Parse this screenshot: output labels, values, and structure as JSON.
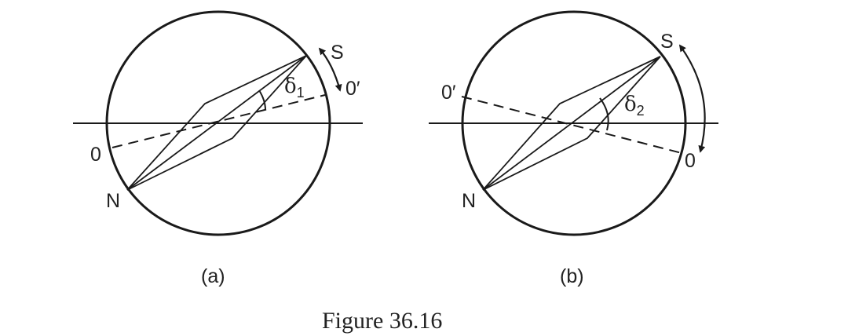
{
  "figure": {
    "caption": "Figure 36.16",
    "panels": [
      {
        "id": "a",
        "sublabel": "(a)",
        "labels": {
          "north": "N",
          "south": "S",
          "zero": "0",
          "zero_prime": "0′",
          "angle_symbol": "δ",
          "angle_subscript": "1"
        }
      },
      {
        "id": "b",
        "sublabel": "(b)",
        "labels": {
          "north": "N",
          "south": "S",
          "zero": "0",
          "zero_prime": "0′",
          "angle_symbol": "δ",
          "angle_subscript": "2"
        }
      }
    ],
    "colors": {
      "ink": "#1a1a1a",
      "background": "#ffffff"
    }
  }
}
